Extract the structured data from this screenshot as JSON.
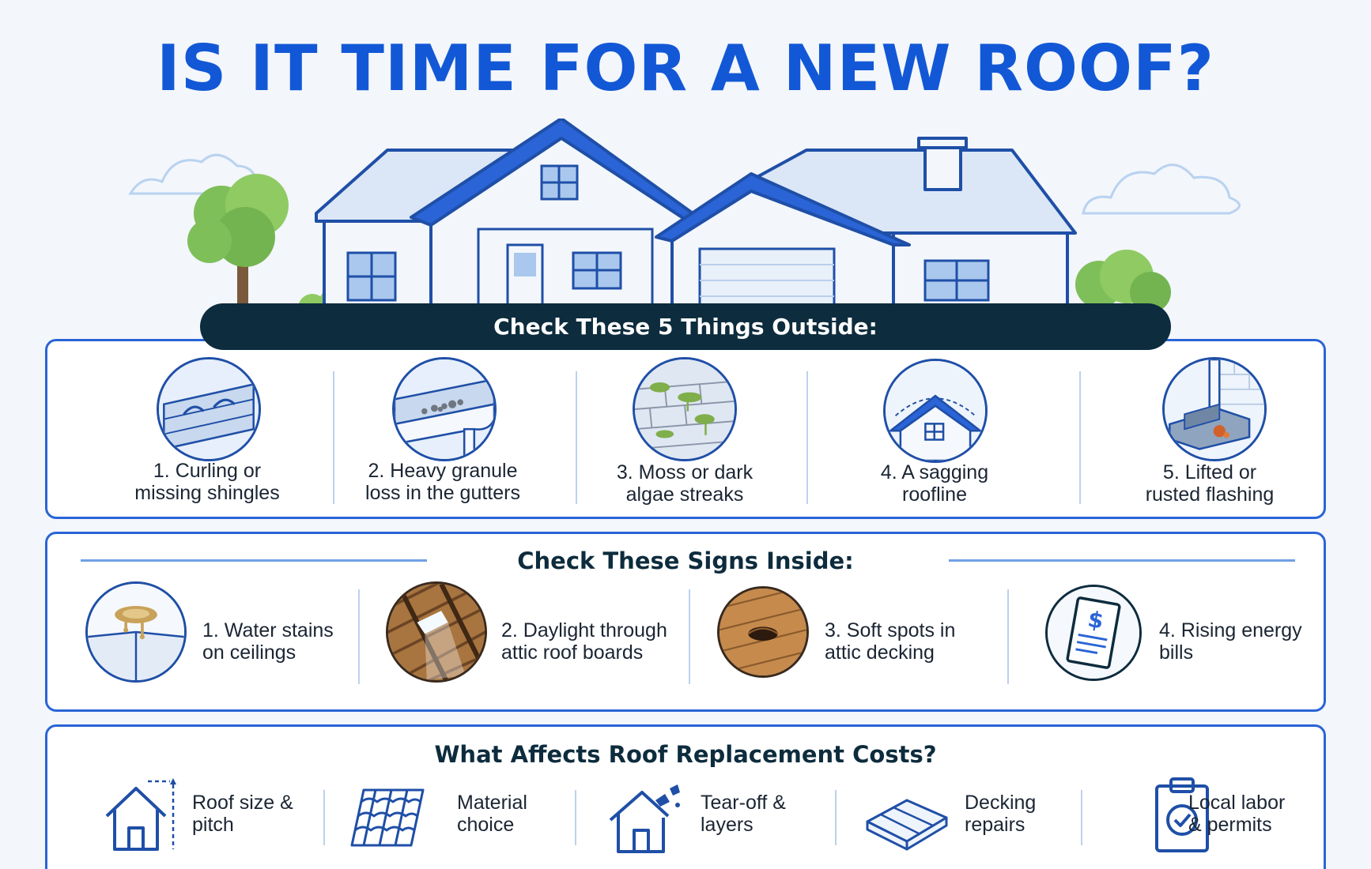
{
  "title": "IS IT TIME FOR A NEW ROOF?",
  "outside": {
    "heading": "Check These 5 Things Outside:",
    "items": [
      {
        "line1": "1. Curling or",
        "line2": "missing shingles",
        "icon": "curling-shingles-icon"
      },
      {
        "line1": "2. Heavy granule",
        "line2": "loss in the gutters",
        "icon": "gutter-granules-icon"
      },
      {
        "line1": "3. Moss or dark",
        "line2": "algae streaks",
        "icon": "moss-algae-icon"
      },
      {
        "line1": "4. A sagging",
        "line2": "roofline",
        "icon": "sagging-roofline-icon"
      },
      {
        "line1": "5. Lifted or",
        "line2": "rusted flashing",
        "icon": "rusted-flashing-icon"
      }
    ]
  },
  "inside": {
    "heading": "Check These Signs Inside:",
    "items": [
      {
        "line1": "1. Water stains",
        "line2": "on ceilings",
        "icon": "ceiling-stain-icon"
      },
      {
        "line1": "2. Daylight through",
        "line2": "attic roof boards",
        "icon": "attic-daylight-icon"
      },
      {
        "line1": "3. Soft spots in",
        "line2": "attic decking",
        "icon": "soft-decking-icon"
      },
      {
        "line1": "4. Rising energy",
        "line2": "bills",
        "icon": "energy-bill-icon"
      }
    ]
  },
  "costs": {
    "heading": "What Affects Roof Replacement Costs?",
    "items": [
      {
        "line1": "Roof size &",
        "line2": "pitch",
        "icon": "house-size-icon"
      },
      {
        "line1": "Material",
        "line2": "choice",
        "icon": "roof-tiles-icon"
      },
      {
        "line1": "Tear-off &",
        "line2": "layers",
        "icon": "tear-off-house-icon"
      },
      {
        "line1": "Decking",
        "line2": "repairs",
        "icon": "decking-boards-icon"
      },
      {
        "line1": "Local labor",
        "line2": "& permits",
        "icon": "clipboard-check-icon"
      }
    ]
  },
  "colors": {
    "accent": "#1258d6",
    "navy": "#0d2c3d",
    "border": "#2a64d6",
    "icon_stroke": "#1f4fa7"
  }
}
